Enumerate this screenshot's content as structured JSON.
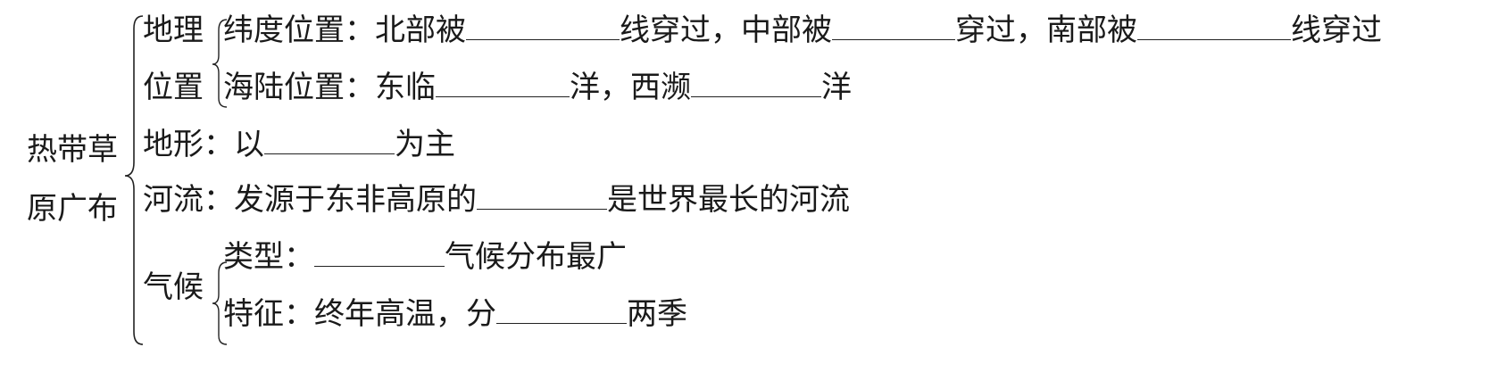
{
  "main": {
    "title_line1": "热带草",
    "title_line2": "原广布"
  },
  "geo": {
    "label1": "地理",
    "label2": "位置",
    "lat_prefix": "纬度位置：北部被",
    "lat_mid1": "线穿过，中部被",
    "lat_mid2": "穿过，南部被",
    "lat_suffix": "线穿过",
    "sea_prefix": "海陆位置：东临",
    "sea_mid": "洋，西濒",
    "sea_suffix": "洋"
  },
  "terrain": {
    "prefix": "地形：以",
    "suffix": "为主"
  },
  "river": {
    "prefix": "河流：发源于东非高原的",
    "suffix": "是世界最长的河流"
  },
  "climate": {
    "label": "气候",
    "type_prefix": "类型：",
    "type_suffix": "气候分布最广",
    "feature_prefix": "特征：终年高温，分",
    "feature_suffix": "两季"
  }
}
